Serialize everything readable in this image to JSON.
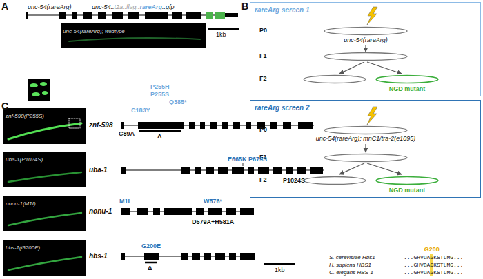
{
  "diagram": {
    "nodes": [
      {
        "text": [
          "unc-54(rareArg); wildtype"
        ]
      },
      {
        "text": [
          "rareArg screen 1"
        ]
      },
      {
        "text": [
          "rareArg screen 2"
        ]
      },
      {
        "text": [
          "znf-598(P255S)"
        ]
      },
      {
        "text": [
          "uba-1(P1024S)"
        ]
      },
      {
        "text": [
          "nonu-1(M1I)"
        ]
      },
      {
        "text": [
          "hbs-1(G200E)"
        ]
      }
    ],
    "labels": [
      "A",
      "unc-54(rareArg)",
      "unc-54::",
      "t2a::flag::",
      "rareArg",
      "::gfp",
      "1kb",
      "B",
      "P0",
      "F1",
      "F2",
      "unc-54(rareArg)",
      "NGD mutant",
      "P0",
      "F1",
      "F2",
      "unc-54(rareArg); mnC1/tra-2(e1095)",
      "NGD mutant",
      "C",
      "znf-598",
      "C183Y",
      "P255H",
      "P255S",
      "Q385*",
      "C89A",
      "Δ",
      "uba-1",
      "E665K P679S",
      "P1024S",
      "nonu-1",
      "M1I",
      "W576*",
      "D579A+H581A",
      "hbs-1",
      "G200E",
      "Δ",
      "1kb",
      "S. cerevisiae Hbs1",
      "H. sapiens HBS1",
      "C. elegans HBS-1",
      "...GHVDAGKSTLMG...",
      "...GHVDAGKSTLMG...",
      "...GHVDAGKSTLMG...",
      "G200"
    ]
  }
}
